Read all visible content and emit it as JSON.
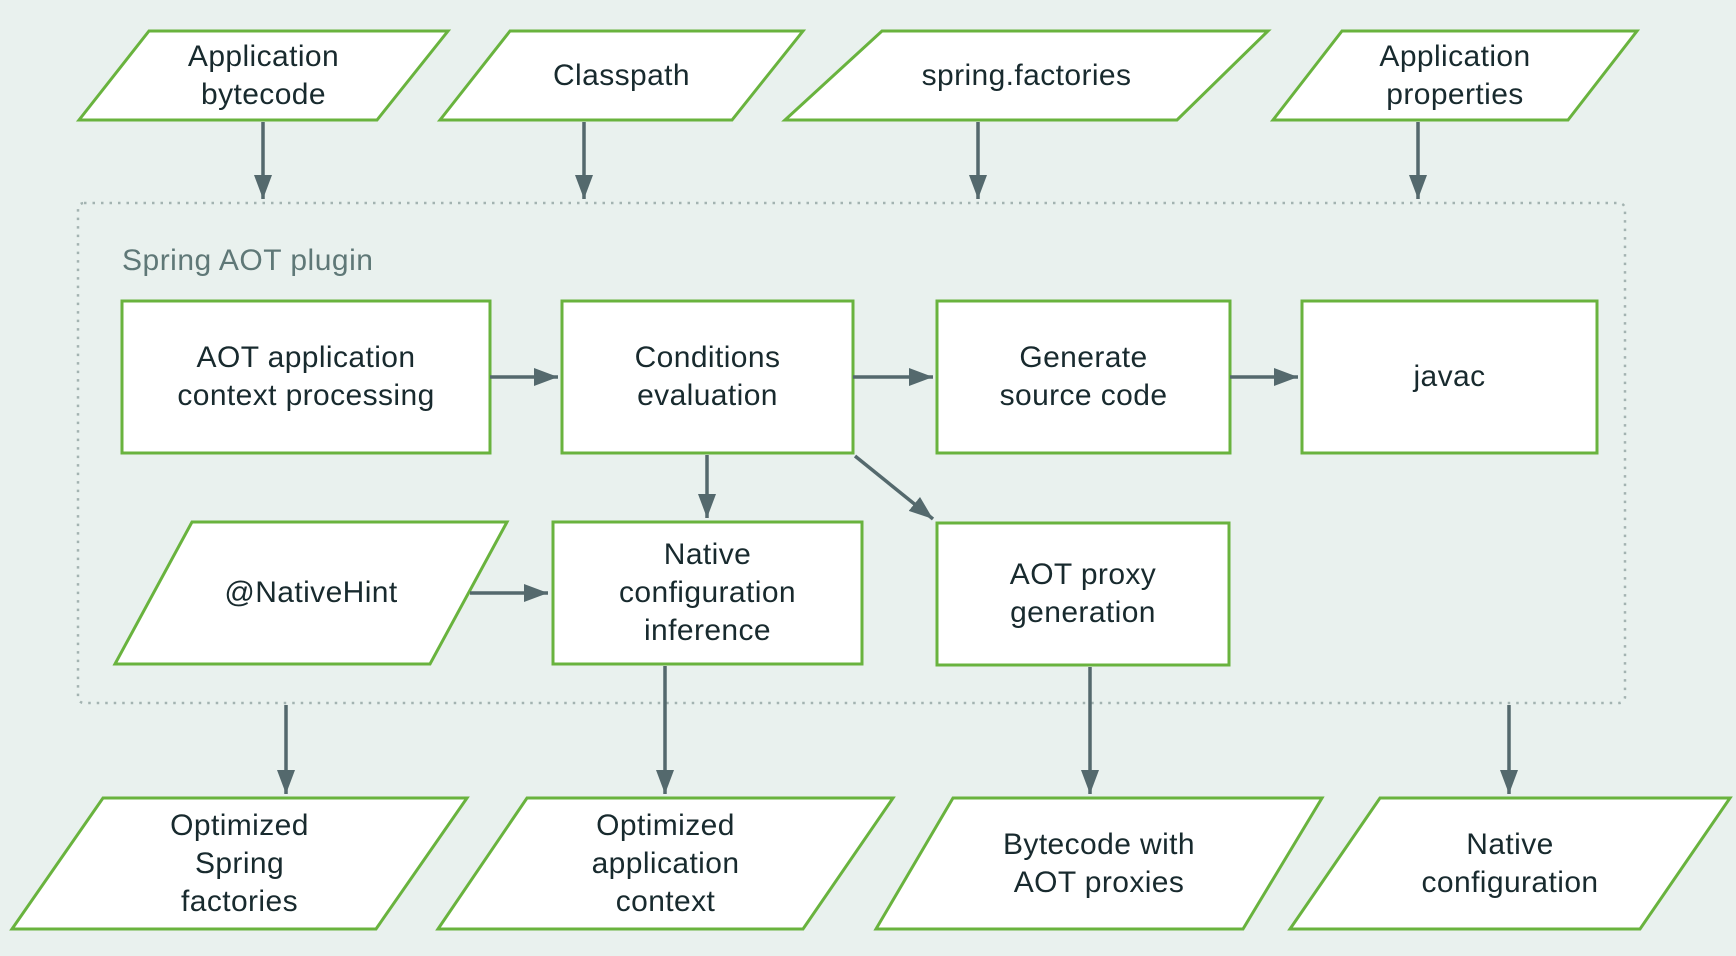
{
  "title": "Spring AOT plugin flow diagram",
  "colors": {
    "background": "#e9f1ee",
    "shape_fill": "#ffffff",
    "shape_border_green": "#69b33e",
    "arrow": "#54696d",
    "dotted_border": "#a3b3b1",
    "text": "#182a2e",
    "container_label_text": "#5f7877"
  },
  "container": {
    "label": "Spring AOT plugin"
  },
  "nodes": {
    "application_bytecode": {
      "label": "Application\nbytecode",
      "shape": "parallelogram"
    },
    "classpath": {
      "label": "Classpath",
      "shape": "parallelogram"
    },
    "spring_factories": {
      "label": "spring.factories",
      "shape": "parallelogram"
    },
    "application_properties": {
      "label": "Application\nproperties",
      "shape": "parallelogram"
    },
    "aot_context_processing": {
      "label": "AOT application\ncontext processing",
      "shape": "rectangle"
    },
    "conditions_evaluation": {
      "label": "Conditions\nevaluation",
      "shape": "rectangle"
    },
    "generate_source_code": {
      "label": "Generate\nsource code",
      "shape": "rectangle"
    },
    "javac": {
      "label": "javac",
      "shape": "rectangle"
    },
    "native_hint": {
      "label": "@NativeHint",
      "shape": "parallelogram"
    },
    "native_config_inference": {
      "label": "Native\nconfiguration\ninference",
      "shape": "rectangle"
    },
    "aot_proxy_generation": {
      "label": "AOT proxy\ngeneration",
      "shape": "rectangle"
    },
    "optimized_spring_factories": {
      "label": "Optimized\nSpring\nfactories",
      "shape": "parallelogram"
    },
    "optimized_application_context": {
      "label": "Optimized\napplication\ncontext",
      "shape": "parallelogram"
    },
    "bytecode_with_aot_proxies": {
      "label": "Bytecode with\nAOT proxies",
      "shape": "parallelogram"
    },
    "native_configuration": {
      "label": "Native\nconfiguration",
      "shape": "parallelogram"
    }
  }
}
